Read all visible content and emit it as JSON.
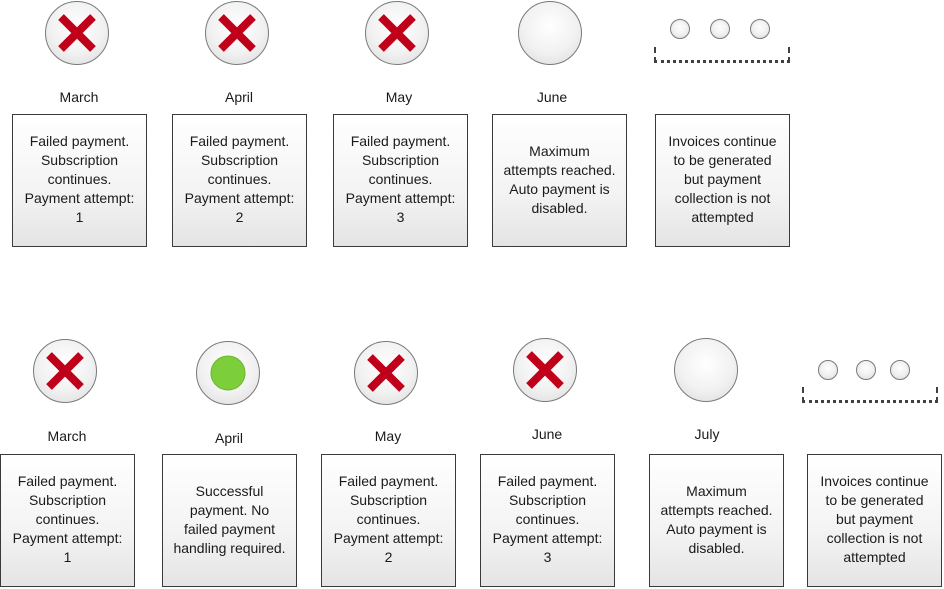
{
  "colors": {
    "fail_cross": "#c0001a",
    "success_dot": "#7ccf3a",
    "box_border": "#3a3a3a"
  },
  "scenarios": [
    {
      "steps": [
        {
          "month": "March",
          "status": "failed",
          "icon": "red-x-icon",
          "text": "Failed payment.\nSubscription\ncontinues.\nPayment attempt:\n1"
        },
        {
          "month": "April",
          "status": "failed",
          "icon": "red-x-icon",
          "text": "Failed payment.\nSubscription\ncontinues.\nPayment attempt:\n2"
        },
        {
          "month": "May",
          "status": "failed",
          "icon": "red-x-icon",
          "text": "Failed payment.\nSubscription\ncontinues.\nPayment attempt:\n3"
        },
        {
          "month": "June",
          "status": "stopped",
          "icon": "empty-circle-icon",
          "text": "Maximum\nattempts reached.\nAuto payment is\ndisabled."
        }
      ],
      "continuation": {
        "icon": "ellipsis-dots-icon",
        "text": "Invoices continue\nto be generated\nbut payment\ncollection is not\nattempted"
      }
    },
    {
      "steps": [
        {
          "month": "March",
          "status": "failed",
          "icon": "red-x-icon",
          "text": "Failed payment.\nSubscription\ncontinues.\nPayment attempt:\n1"
        },
        {
          "month": "April",
          "status": "success",
          "icon": "green-dot-icon",
          "text": "Successful\npayment. No\nfailed payment\nhandling required."
        },
        {
          "month": "May",
          "status": "failed",
          "icon": "red-x-icon",
          "text": "Failed payment.\nSubscription\ncontinues.\nPayment attempt:\n2"
        },
        {
          "month": "June",
          "status": "failed",
          "icon": "red-x-icon",
          "text": "Failed payment.\nSubscription\ncontinues.\nPayment attempt:\n3"
        },
        {
          "month": "July",
          "status": "stopped",
          "icon": "empty-circle-icon",
          "text": "Maximum\nattempts reached.\nAuto payment is\ndisabled."
        }
      ],
      "continuation": {
        "icon": "ellipsis-dots-icon",
        "text": "Invoices continue\nto be generated\nbut payment\ncollection is not\nattempted"
      }
    }
  ]
}
